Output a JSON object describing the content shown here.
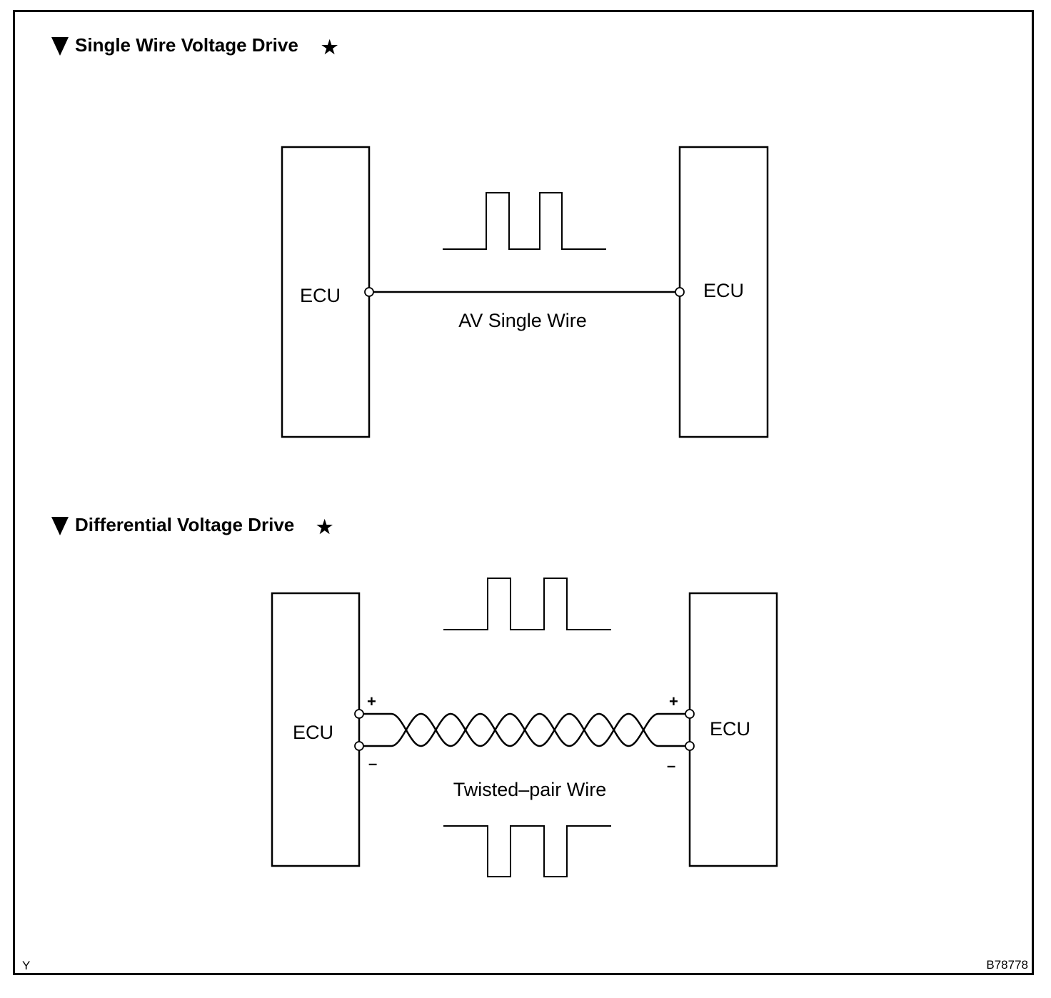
{
  "section1": {
    "title": "Single Wire Voltage Drive",
    "left_ecu": "ECU",
    "right_ecu": "ECU",
    "wire_label": "AV Single Wire"
  },
  "section2": {
    "title": "Differential Voltage Drive",
    "left_ecu": "ECU",
    "right_ecu": "ECU",
    "wire_label": "Twisted–pair Wire",
    "plus_left": "+",
    "minus_left": "–",
    "plus_right": "+",
    "minus_right": "–"
  },
  "footer": {
    "left_code": "Y",
    "figure_id": "B78778"
  }
}
